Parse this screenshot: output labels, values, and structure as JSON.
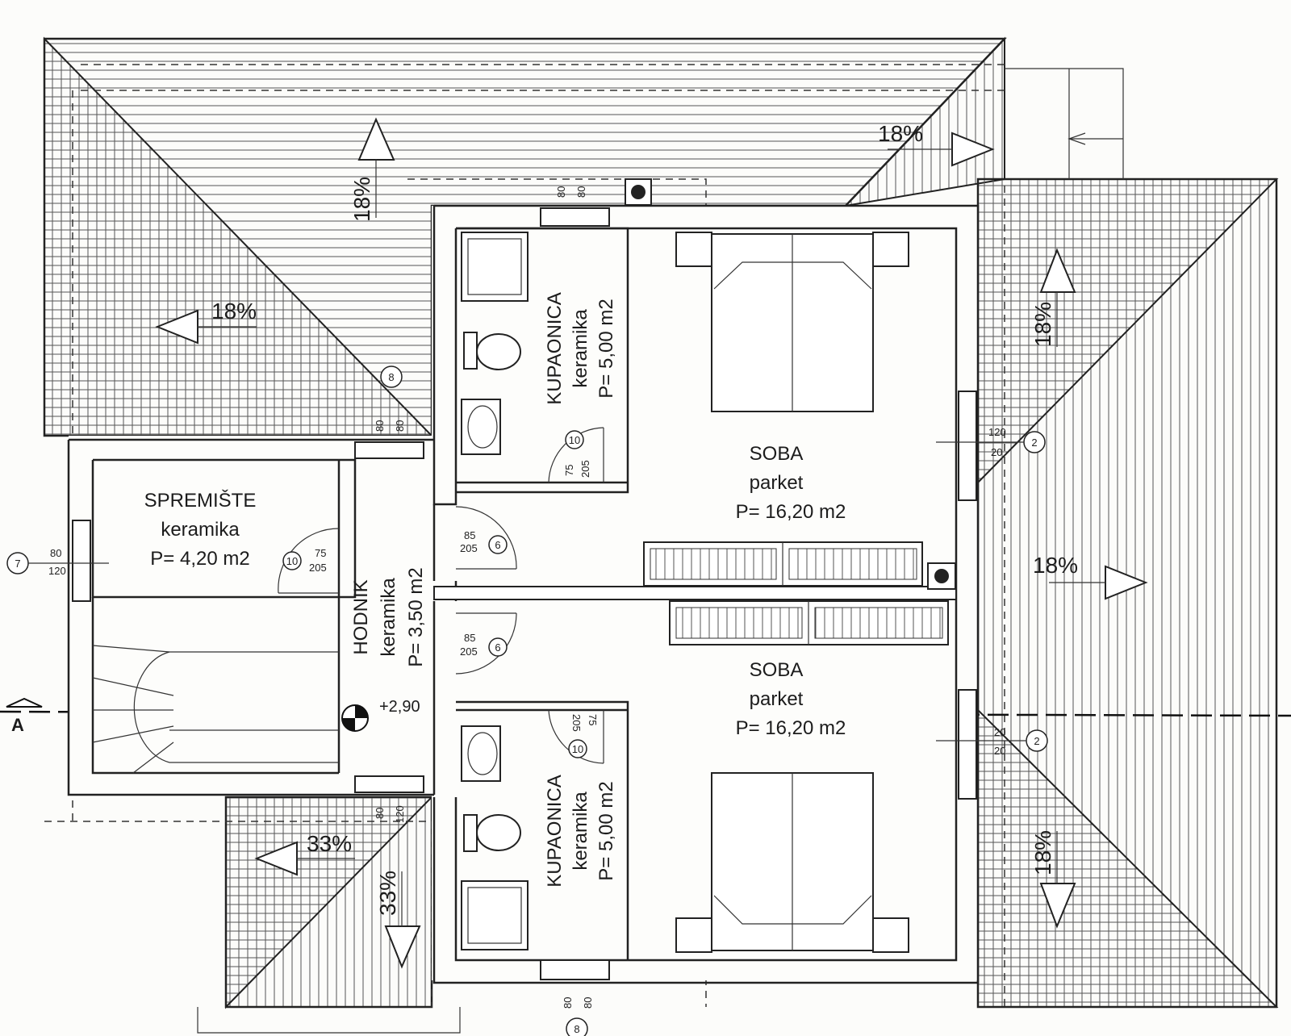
{
  "rooms": {
    "storage": {
      "name": "SPREMIŠTE",
      "floor": "keramika",
      "area": "P= 4,20 m2"
    },
    "hallway": {
      "name": "HODNIK",
      "floor": "keramika",
      "area": "P= 3,50 m2"
    },
    "bath_top": {
      "name": "KUPAONICA",
      "floor": "keramika",
      "area": "P= 5,00 m2"
    },
    "bath_bottom": {
      "name": "KUPAONICA",
      "floor": "keramika",
      "area": "P= 5,00 m2"
    },
    "bedroom_top": {
      "name": "SOBA",
      "floor": "parket",
      "area": "P= 16,20 m2"
    },
    "bedroom_bottom": {
      "name": "SOBA",
      "floor": "parket",
      "area": "P= 16,20 m2"
    }
  },
  "roof": {
    "slope_a": "18%",
    "slope_b": "18%",
    "slope_c": "18%",
    "slope_d": "18%",
    "slope_e": "18%",
    "slope_f": "18%",
    "slope_g": "33%",
    "slope_h": "33%"
  },
  "level_mark": "+2,90",
  "section_label": "A",
  "markers": {
    "m7": "7",
    "m8_top": "8",
    "m8_bottom": "8",
    "m10_top": "10",
    "m10_bottom": "10",
    "m10_storage": "10",
    "m6_top": "6",
    "m6_bottom": "6",
    "m2_top": "2",
    "m2_bottom": "2"
  },
  "dims": {
    "w80": "80",
    "w120": "120",
    "w85": "85",
    "w205": "205",
    "w75": "75",
    "w20": "20"
  }
}
